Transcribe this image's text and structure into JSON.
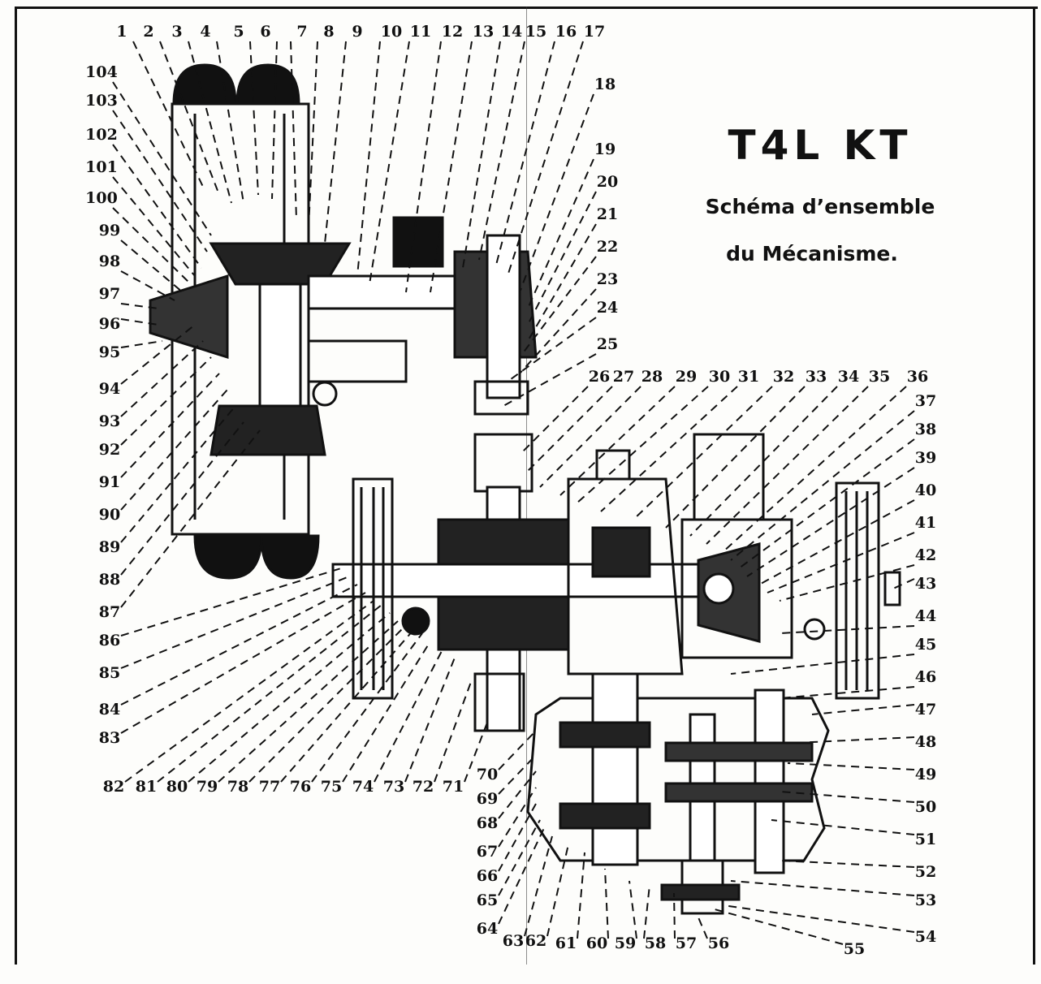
{
  "title": "T4L KT",
  "subtitle_line1": "Schéma d’ensemble",
  "subtitle_line2": "du Mécanisme.",
  "colors": {
    "ink": "#111111",
    "paper": "#fdfdfb"
  },
  "part_numbers": [
    "1",
    "2",
    "3",
    "4",
    "5",
    "6",
    "7",
    "8",
    "9",
    "10",
    "11",
    "12",
    "13",
    "14",
    "15",
    "16",
    "17",
    "18",
    "19",
    "20",
    "21",
    "22",
    "23",
    "24",
    "25",
    "26",
    "27",
    "28",
    "29",
    "30",
    "31",
    "32",
    "33",
    "34",
    "35",
    "36",
    "37",
    "38",
    "39",
    "40",
    "41",
    "42",
    "43",
    "44",
    "45",
    "46",
    "47",
    "48",
    "49",
    "50",
    "51",
    "52",
    "53",
    "54",
    "55",
    "56",
    "57",
    "58",
    "59",
    "60",
    "61",
    "62",
    "63",
    "64",
    "65",
    "66",
    "67",
    "68",
    "69",
    "70",
    "71",
    "72",
    "73",
    "74",
    "75",
    "76",
    "77",
    "78",
    "79",
    "80",
    "81",
    "82",
    "83",
    "84",
    "85",
    "86",
    "87",
    "88",
    "89",
    "90",
    "91",
    "92",
    "93",
    "94",
    "95",
    "96",
    "97",
    "98",
    "99",
    "100",
    "101",
    "102",
    "103",
    "104"
  ]
}
